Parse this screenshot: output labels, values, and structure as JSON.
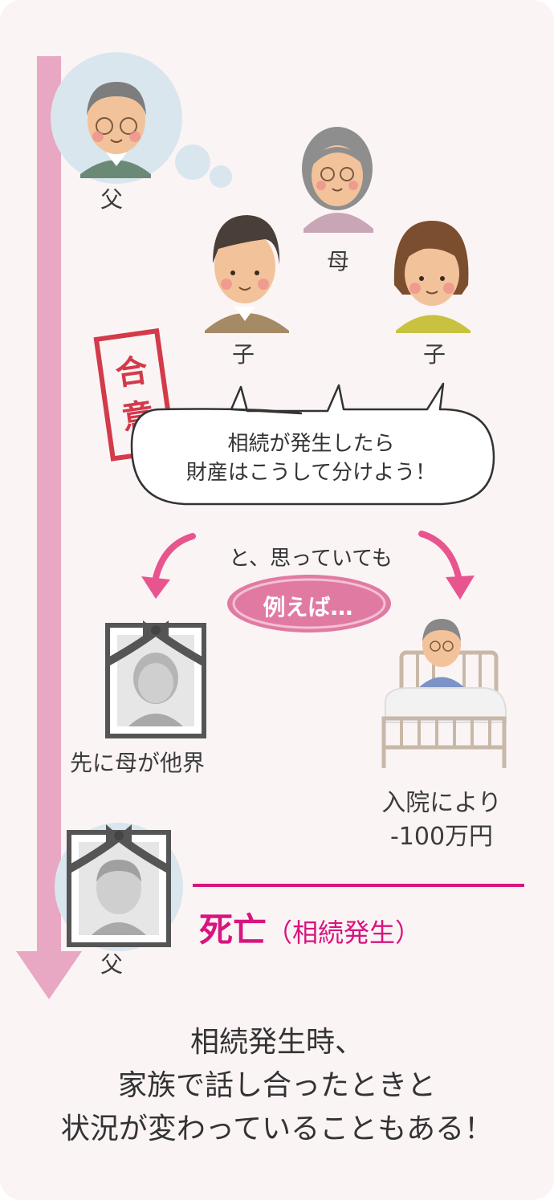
{
  "persons": {
    "father_label": "父",
    "mother_label": "母",
    "son_label": "子",
    "daughter_label": "子",
    "father_death_label": "父"
  },
  "stamp": {
    "char1": "合",
    "char2": "意"
  },
  "speech_bubble": {
    "line1": "相続が発生したら",
    "line2": "財産はこうして分けよう！"
  },
  "branch_text": "と、思っていても",
  "example_badge": "例えば…",
  "scenario_left": "先に母が他界",
  "scenario_right": {
    "line1": "入院により",
    "line2": "-100万円"
  },
  "event": {
    "main": "死亡",
    "sub": "（相続発生）"
  },
  "footer": {
    "line1": "相続発生時、",
    "line2": "家族で話し合ったときと",
    "line3": "状況が変わっていることもある！"
  },
  "colors": {
    "background": "#fbf4f5",
    "timeline": "#e8a7c2",
    "accent": "#d8147e",
    "stamp": "#d33a4a",
    "badge": "#e17aa3"
  }
}
